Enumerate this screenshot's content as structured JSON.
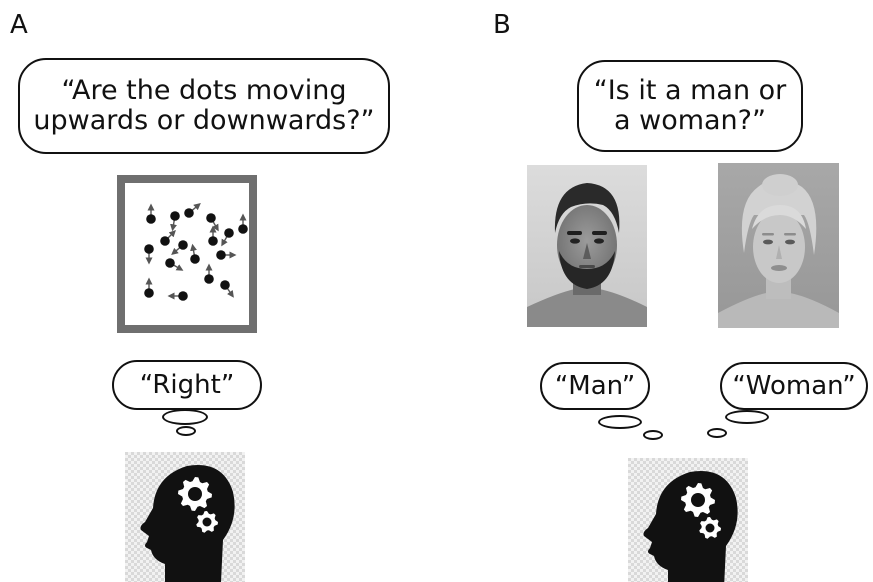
{
  "panels": {
    "a": {
      "label": "A",
      "question_lines": [
        "“Are the dots moving",
        "upwards or downwards?”"
      ],
      "answer": "“Right”",
      "stimulus": {
        "dot_count": 17,
        "dot_color": "#111111",
        "arrow_color": "#555555",
        "frame_color": "#6f6f6f"
      }
    },
    "b": {
      "label": "B",
      "question_lines": [
        "“Is it a man or",
        "a woman?”"
      ],
      "answers": [
        "“Man”",
        "“Woman”"
      ],
      "photos": [
        "male face photograph (grayscale)",
        "female face photograph (grayscale)"
      ]
    }
  },
  "icons": [
    "gears-head-icon",
    "gears-head-icon"
  ],
  "colors": {
    "ink": "#111111",
    "photo_gray": "#9a9a9a",
    "checker": "#d9d9d9"
  }
}
